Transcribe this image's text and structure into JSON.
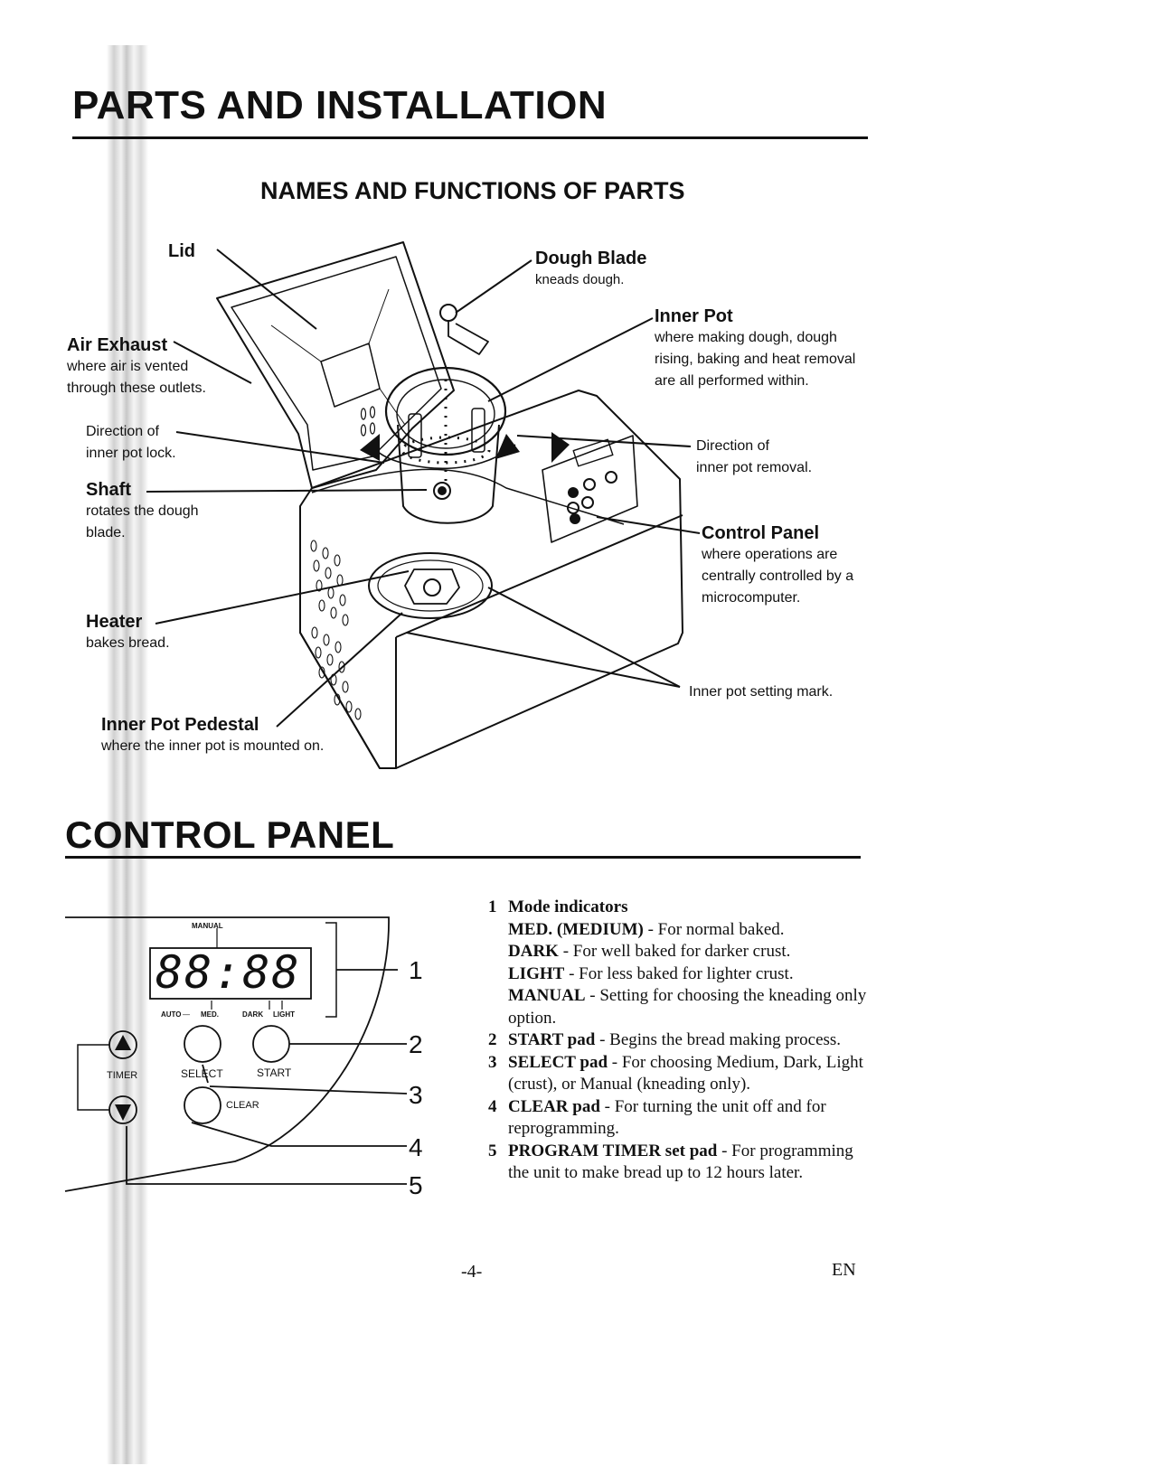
{
  "header": {
    "title": "PARTS AND INSTALLATION",
    "subtitle": "NAMES AND FUNCTIONS OF PARTS"
  },
  "parts": {
    "lid": {
      "name": "Lid"
    },
    "air_exhaust": {
      "name": "Air Exhaust",
      "desc1": "where air is vented",
      "desc2": "through these outlets."
    },
    "direction_lock": {
      "line1": "Direction of",
      "line2": "inner pot lock."
    },
    "shaft": {
      "name": "Shaft",
      "desc1": "rotates the dough",
      "desc2": "blade."
    },
    "heater": {
      "name": "Heater",
      "desc1": "bakes bread."
    },
    "pedestal": {
      "name": "Inner Pot Pedestal",
      "desc1": "where the inner pot is mounted on."
    },
    "dough_blade": {
      "name": "Dough Blade",
      "desc1": "kneads dough."
    },
    "inner_pot": {
      "name": "Inner Pot",
      "desc1": "where making dough, dough",
      "desc2": "rising, baking and heat removal",
      "desc3": "are all performed within."
    },
    "direction_removal": {
      "line1": "Direction of",
      "line2": "inner pot removal."
    },
    "control_panel": {
      "name": "Control Panel",
      "desc1": "where operations are",
      "desc2": "centrally controlled by a",
      "desc3": "microcomputer."
    },
    "setting_mark": {
      "name": "Inner pot setting mark."
    }
  },
  "control_section": {
    "title": "CONTROL PANEL"
  },
  "panel": {
    "display": "88:88",
    "manual": "MANUAL",
    "auto": "AUTO",
    "med": "MED.",
    "dark": "DARK",
    "light": "LIGHT",
    "select": "SELECT",
    "start": "START",
    "clear": "CLEAR",
    "timer": "TIMER",
    "callouts": [
      "1",
      "2",
      "3",
      "4",
      "5"
    ]
  },
  "legend": {
    "i1_num": "1",
    "i1_title": "Mode indicators",
    "med_key": "MED. (MEDIUM)",
    "med_text": " - For normal baked.",
    "dark_key": "DARK",
    "dark_text": " - For well baked for darker crust.",
    "light_key": "LIGHT",
    "light_text": " - For less baked for lighter crust.",
    "manual_key": "MANUAL",
    "manual_text": " - Setting for choosing the kneading only option.",
    "i2_num": "2",
    "i2_key": "START pad",
    "i2_text": " - Begins the bread making process.",
    "i3_num": "3",
    "i3_key": "SELECT pad",
    "i3_text": " - For choosing Medium, Dark, Light (crust), or Manual (kneading only).",
    "i4_num": "4",
    "i4_key": "CLEAR pad",
    "i4_text": " - For turning the unit off and for reprogramming.",
    "i5_num": "5",
    "i5_key": "PROGRAM TIMER set pad",
    "i5_text": " - For programming the unit to make bread up to 12 hours later."
  },
  "footer": {
    "page": "-4-",
    "lang": "EN"
  }
}
